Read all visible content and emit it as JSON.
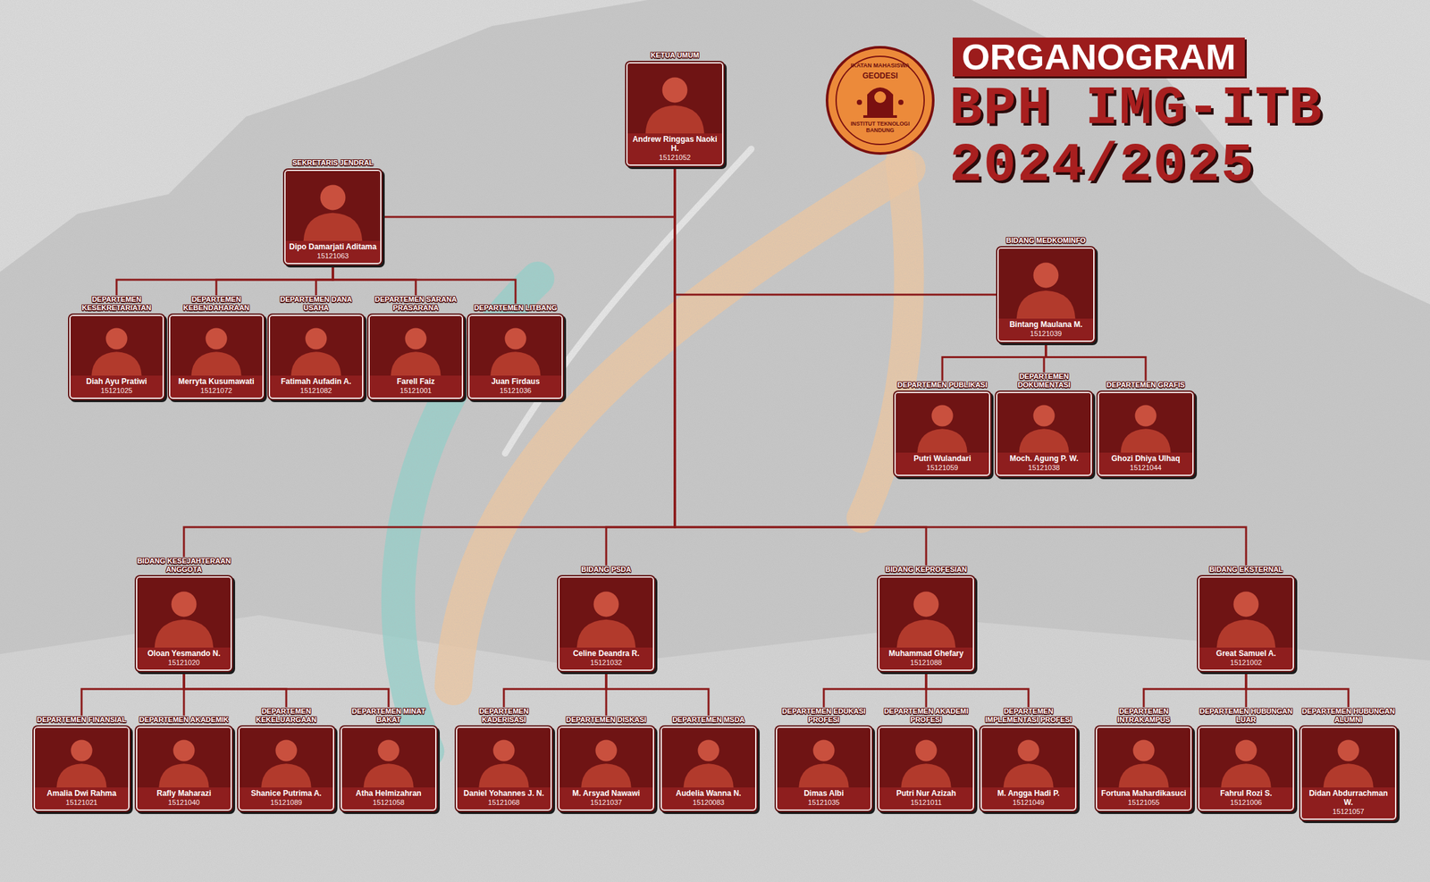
{
  "diagram": {
    "title": "ORGANOGRAM",
    "nodes": [
      {
        "text": [
          "KETUA UMUM",
          "Andrew Ringgas Naoki H.",
          "15121052"
        ]
      },
      {
        "text": [
          "SEKRETARIS JENDRAL",
          "Dipo Damarjati Aditama",
          "15121063"
        ]
      },
      {
        "text": [
          "BIDANG MEDKOMINFO",
          "Bintang Maulana M.",
          "15121039"
        ]
      },
      {
        "text": [
          "DEPARTEMEN KESEKRETARIATAN",
          "Diah Ayu Pratiwi",
          "15121025"
        ]
      },
      {
        "text": [
          "DEPARTEMEN KEBENDAHARAAN",
          "Merryta Kusumawati",
          "15121072"
        ]
      },
      {
        "text": [
          "DEPARTEMEN DANA USAHA",
          "Fatimah Aufadin A.",
          "15121082"
        ]
      },
      {
        "text": [
          "DEPARTEMEN SARANA PRASARANA",
          "Farell Faiz",
          "15121001"
        ]
      },
      {
        "text": [
          "DEPARTEMEN LITBANG",
          "Juan Firdaus",
          "15121036"
        ]
      },
      {
        "text": [
          "DEPARTEMEN PUBLIKASI",
          "Putri Wulandari",
          "15121059"
        ]
      },
      {
        "text": [
          "DEPARTEMEN DOKUMENTASI",
          "Moch. Agung P. W.",
          "15121038"
        ]
      },
      {
        "text": [
          "DEPARTEMEN GRAFIS",
          "Ghozi Dhiya Ulhaq",
          "15121044"
        ]
      },
      {
        "text": [
          "BIDANG KESEJAHTERAAN ANGGOTA",
          "Oloan Yesmando N.",
          "15121020"
        ]
      },
      {
        "text": [
          "BIDANG PSDA",
          "Celine Deandra R.",
          "15121032"
        ]
      },
      {
        "text": [
          "BIDANG KEPROFESIAN",
          "Muhammad Ghefary",
          "15121088"
        ]
      },
      {
        "text": [
          "BIDANG EKSTERNAL",
          "Great Samuel A.",
          "15121002"
        ]
      },
      {
        "text": [
          "DEPARTEMEN FINANSIAL",
          "Amalia Dwi Rahma",
          "15121021"
        ]
      },
      {
        "text": [
          "DEPARTEMEN AKADEMIK",
          "Rafly Maharazi",
          "15121040"
        ]
      },
      {
        "text": [
          "DEPARTEMEN KEKELUARGAAN",
          "Shanice Putrima A.",
          "15121089"
        ]
      },
      {
        "text": [
          "DEPARTEMEN MINAT BAKAT",
          "Atha Helmizahran",
          "15121058"
        ]
      },
      {
        "text": [
          "DEPARTEMEN KADERISASI",
          "Daniel Yohannes J. N.",
          "15121068"
        ]
      },
      {
        "text": [
          "DEPARTEMEN DISKASI",
          "M. Arsyad Nawawi",
          "15121037"
        ]
      },
      {
        "text": [
          "DEPARTEMEN MSDA",
          "Audelia Wanna N.",
          "15120083"
        ]
      },
      {
        "text": [
          "DEPARTEMEN EDUKASI PROFESI",
          "Dimas Albi",
          "15121035"
        ]
      },
      {
        "text": [
          "DEPARTEMEN AKADEMI PROFESI",
          "Putri Nur Azizah",
          "15121011"
        ]
      },
      {
        "text": [
          "DEPARTEMEN IMPLEMENTASI PROFESI",
          "M. Angga Hadi P.",
          "15121049"
        ]
      },
      {
        "text": [
          "DEPARTEMEN INTRAKAMPUS",
          "Fortuna Mahardikasuci",
          "15121055"
        ]
      },
      {
        "text": [
          "DEPARTEMEN HUBUNGAN LUAR",
          "Fahrul Rozi S.",
          "15121006"
        ]
      },
      {
        "text": [
          "DEPARTEMEN HUBUNGAN ALUMNI",
          "Didan Abdurrachman W.",
          "15121057"
        ]
      }
    ],
    "edges": [
      {
        "from": 0,
        "to": 1,
        "arrow": "none"
      },
      {
        "from": 0,
        "to": 2,
        "arrow": "none"
      },
      {
        "from": 0,
        "to": 11,
        "arrow": "none"
      },
      {
        "from": 0,
        "to": 12,
        "arrow": "none"
      },
      {
        "from": 0,
        "to": 13,
        "arrow": "none"
      },
      {
        "from": 0,
        "to": 14,
        "arrow": "none"
      },
      {
        "from": 1,
        "to": 3,
        "arrow": "none"
      },
      {
        "from": 1,
        "to": 4,
        "arrow": "none"
      },
      {
        "from": 1,
        "to": 5,
        "arrow": "none"
      },
      {
        "from": 1,
        "to": 6,
        "arrow": "none"
      },
      {
        "from": 1,
        "to": 7,
        "arrow": "none"
      },
      {
        "from": 2,
        "to": 8,
        "arrow": "none"
      },
      {
        "from": 2,
        "to": 9,
        "arrow": "none"
      },
      {
        "from": 2,
        "to": 10,
        "arrow": "none"
      },
      {
        "from": 11,
        "to": 15,
        "arrow": "none"
      },
      {
        "from": 11,
        "to": 16,
        "arrow": "none"
      },
      {
        "from": 11,
        "to": 17,
        "arrow": "none"
      },
      {
        "from": 11,
        "to": 18,
        "arrow": "none"
      },
      {
        "from": 12,
        "to": 19,
        "arrow": "none"
      },
      {
        "from": 12,
        "to": 20,
        "arrow": "none"
      },
      {
        "from": 12,
        "to": 21,
        "arrow": "none"
      },
      {
        "from": 13,
        "to": 22,
        "arrow": "none"
      },
      {
        "from": 13,
        "to": 23,
        "arrow": "none"
      },
      {
        "from": 13,
        "to": 24,
        "arrow": "none"
      },
      {
        "from": 14,
        "to": 25,
        "arrow": "none"
      },
      {
        "from": 14,
        "to": 26,
        "arrow": "none"
      },
      {
        "from": 14,
        "to": 27,
        "arrow": "none"
      }
    ],
    "labels": [
      "BPH IMG-ITB",
      "2024/2025",
      "IKATAN MAHASISWA",
      "GEODESI",
      "INSTITUT TEKNOLOGI BANDUNG"
    ]
  }
}
